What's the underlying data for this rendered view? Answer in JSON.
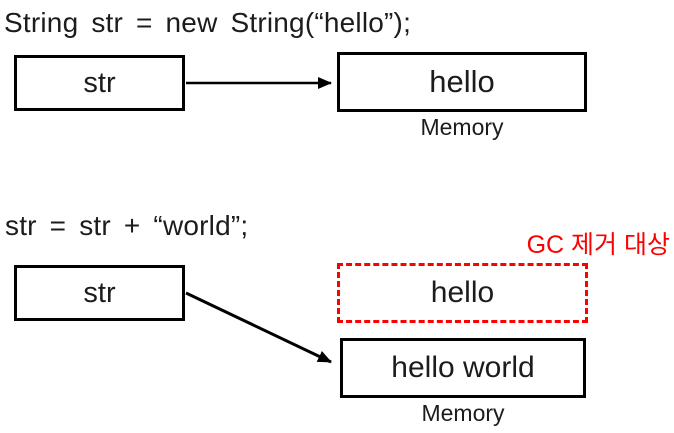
{
  "colors": {
    "text": "#1c1c1c",
    "box_border": "#000000",
    "accent_red": "#ff0000",
    "background": "#ffffff"
  },
  "section_top": {
    "code": "String str = new String(“hello”);",
    "variable_box_label": "str",
    "value_box_label": "hello",
    "memory_label": "Memory"
  },
  "section_bottom": {
    "code": "str = str + “world”;",
    "variable_box_label": "str",
    "gc_target_label": "GC 제거 대상",
    "garbage_box_label": "hello",
    "value_box_label": "hello world",
    "memory_label": "Memory"
  },
  "icons": {
    "arrow_top": "right-arrow",
    "arrow_bottom": "down-right-arrow"
  }
}
